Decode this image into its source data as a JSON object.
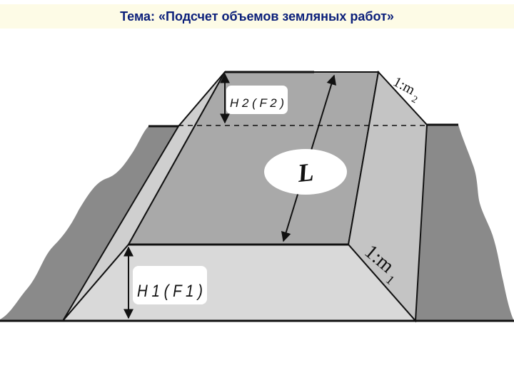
{
  "header": {
    "title": "Тема: «Подсчет объемов земляных работ»"
  },
  "diagram": {
    "label_length": "L",
    "label_h2": "H 2 ( F 2 )",
    "label_h1": "H 1 ( F 1 )",
    "label_slope_top": "1:m",
    "label_slope_top_sub": "2",
    "label_slope_bottom": "1:m",
    "label_slope_bottom_sub": "1"
  },
  "colors": {
    "title_text": "#0b1f7a",
    "title_bg": "#fdfbe6",
    "terrain": "#8a8a8a",
    "top_surface": "#a8a8a8",
    "front_face": "#d6d6d6",
    "side_face": "#c2c2c2",
    "outline": "#111111"
  }
}
